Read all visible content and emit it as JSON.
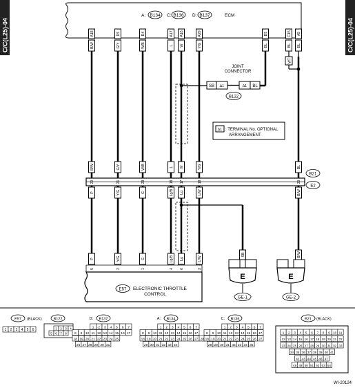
{
  "side_tab_left": "C/C(L25)-04",
  "side_tab_right": "C/C(L25)-04",
  "ecm": {
    "header": "A: B134  C: B136  D: B137  ECM",
    "labels": [
      "A:",
      "B134",
      "C:",
      "B136",
      "D:",
      "B137",
      "ECM"
    ]
  },
  "pins": [
    {
      "ecm_pin": "A18",
      "top_color": "B/W",
      "b21_color": "B/W",
      "b21_pin": "20",
      "e_color": "P",
      "e57_color": "P",
      "e57_pin": "5"
    },
    {
      "ecm_pin": "D5",
      "top_color": "G/Y",
      "b21_color": "G/Y",
      "b21_pin": "21",
      "e_color": "Y/G",
      "e57_color": "Y/G",
      "e57_pin": "2"
    },
    {
      "ecm_pin": "D4",
      "top_color": "W/B",
      "b21_color": "W/B",
      "b21_pin": "29",
      "e_color": "G",
      "e57_color": "G",
      "e57_pin": "1"
    },
    {
      "ecm_pin": "A17",
      "top_color": "L",
      "b21_color": "L",
      "b21_pin": "18",
      "e_color": "Lg/B",
      "e57_color": "Lg/B",
      "e57_pin": "4"
    },
    {
      "ecm_pin": "A16",
      "top_color": "W",
      "b21_color": "W",
      "b21_pin": "17",
      "e_color": "Lg",
      "e57_color": "Lg",
      "e57_pin": "6"
    },
    {
      "ecm_pin": "A29",
      "top_color": "Y/G",
      "b21_color": "Y/G",
      "b21_pin": "19",
      "e_color": "L/W",
      "e57_color": "L/W",
      "e57_pin": "3"
    },
    {
      "ecm_pin": "D5",
      "top_color": "BL",
      "b21_color": "",
      "b21_pin": "",
      "e_color": "",
      "e57_color": "",
      "e57_pin": ""
    },
    {
      "ecm_pin": "C15",
      "top_color": "BL",
      "b21_color": "",
      "b21_pin": "",
      "e_color": "",
      "e57_color": "",
      "e57_pin": ""
    },
    {
      "ecm_pin": "A5",
      "top_color": "BL",
      "b21_color": "BL",
      "b21_pin": "30",
      "e_color": "B/W",
      "e57_color": "",
      "e57_pin": ""
    }
  ],
  "wt_label": "WT",
  "joint": {
    "title_line1": "JOINT",
    "title_line2": "CONNECTOR",
    "sb": "SB",
    "mark1": "∆1",
    "mark2": "∆1",
    "bl": "BL",
    "id": "B122"
  },
  "legend": {
    "mark": "∆1",
    "line1": ": TERMINAL No. OPTIONAL",
    "line2": "ARRANGEMENT"
  },
  "b21_tag": "B21",
  "e2_tag": "E2",
  "ground_wire_left": "SB",
  "ground_wire_right": "B/W",
  "e57_id": "E57",
  "e57_name_line1": "ELECTRONIC THROTTLE",
  "e57_name_line2": "CONTROL",
  "ground_letter": "E",
  "ge1": "GE-1",
  "ge2": "GE-2",
  "connectors": {
    "e57": {
      "id": "E57",
      "note": "(BLACK)",
      "pins": [
        "1",
        "2",
        "3",
        "4",
        "5",
        "6"
      ]
    },
    "b122": {
      "id": "B122",
      "pins": [
        "1",
        "2",
        "3",
        "4",
        "5",
        "6",
        "7",
        "8"
      ]
    },
    "b137": {
      "prefix": "D:",
      "id": "B137",
      "rows": [
        [
          "1",
          "2",
          "3",
          "4",
          "5",
          "6",
          "7"
        ],
        [
          "8",
          "9",
          "10",
          "11",
          "12",
          "13",
          "14",
          "15",
          "16",
          "17"
        ],
        [
          "18",
          "19",
          "20",
          "21",
          "22",
          "23",
          "24",
          "25"
        ],
        [
          "26",
          "27",
          "28",
          "29",
          "30",
          "31"
        ]
      ]
    },
    "b134": {
      "prefix": "A:",
      "id": "B134",
      "rows": [
        [
          "1",
          "2",
          "3",
          "4",
          "5",
          "6",
          "7"
        ],
        [
          "8",
          "9",
          "10",
          "11",
          "12",
          "13",
          "14",
          "15",
          "16",
          "17"
        ],
        [
          "18",
          "19",
          "20",
          "21",
          "22",
          "23",
          "24",
          "25",
          "26",
          "27",
          "28"
        ],
        [
          "29",
          "30",
          "31",
          "32",
          "33",
          "34"
        ]
      ]
    },
    "b136": {
      "prefix": "C:",
      "id": "B136",
      "rows": [
        [
          "1",
          "2",
          "3",
          "4",
          "5",
          "6",
          "7"
        ],
        [
          "8",
          "9",
          "10",
          "11",
          "12",
          "13",
          "14",
          "15",
          "16",
          "17"
        ],
        [
          "18",
          "19",
          "20",
          "21",
          "22",
          "23",
          "24",
          "25",
          "26",
          "27"
        ],
        [
          "28",
          "29",
          "30",
          "31",
          "32",
          "33",
          "34",
          "35"
        ]
      ]
    },
    "b21": {
      "id": "B21",
      "note": "(BLACK)",
      "rows": [
        [
          "1",
          "2",
          "3",
          "4",
          "5",
          "6",
          "7",
          "8",
          "9",
          "10",
          "11"
        ],
        [
          "12",
          "13",
          "14",
          "15",
          "16",
          "17",
          "18",
          "19",
          "20",
          "21",
          "22"
        ],
        [
          "23",
          "24",
          "25",
          "26",
          "27",
          "28",
          "29",
          "30",
          "31",
          "32",
          "33"
        ],
        [
          "34",
          "35",
          "36",
          "37",
          "38",
          "39",
          "40",
          "41"
        ],
        [
          "42",
          "43",
          "44",
          "45",
          "46",
          "47"
        ],
        [
          "48",
          "49",
          "50",
          "51",
          "52",
          "53",
          "54"
        ]
      ]
    }
  },
  "figure_code": "WI-20124"
}
